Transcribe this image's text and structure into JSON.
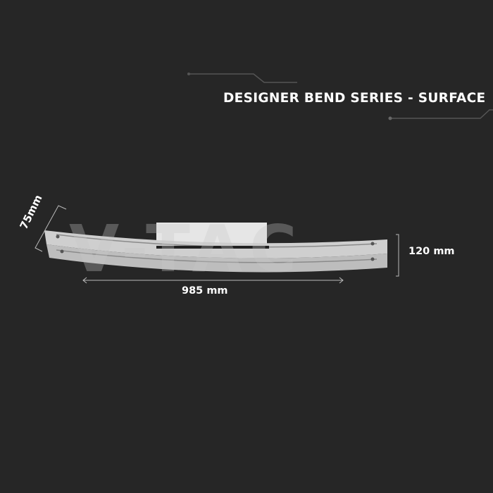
{
  "title": "DESIGNER BEND SERIES - SURFACE",
  "dimensions": {
    "length": "985 mm",
    "height": "120 mm",
    "depth": "75mm"
  },
  "watermark": "V-TAC",
  "colors": {
    "background": "#262626",
    "text": "#ffffff",
    "fixture": "#d9d9d9"
  }
}
